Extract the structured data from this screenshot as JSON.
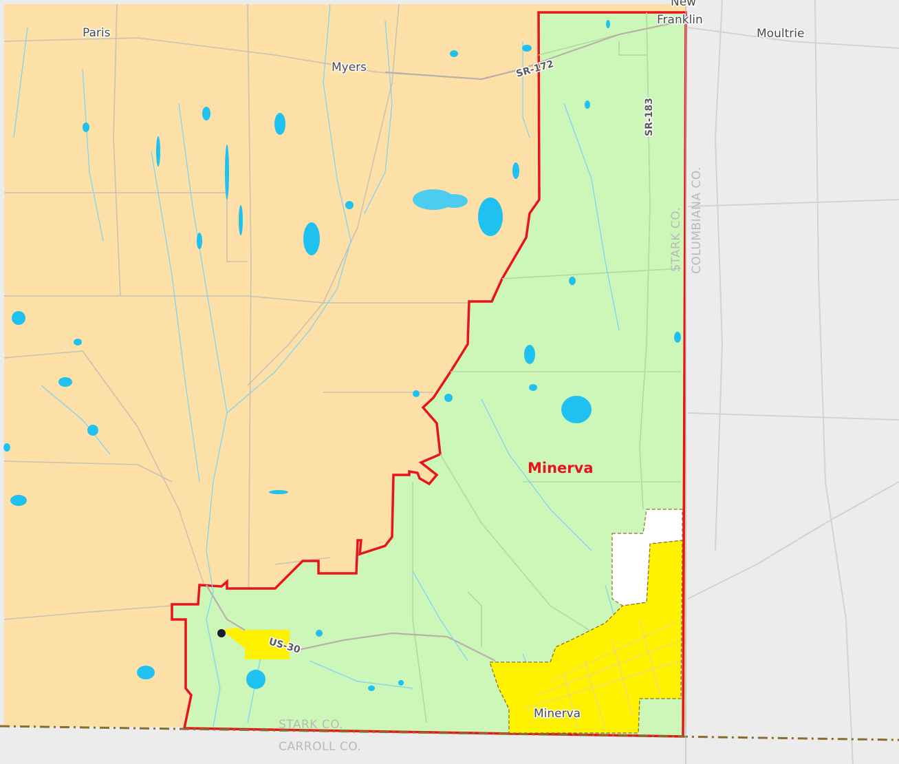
{
  "map": {
    "places": {
      "paris": "Paris",
      "myers": "Myers",
      "new_franklin": "New Franklin",
      "new_franklin_line1": "New",
      "new_franklin_line2": "Franklin",
      "moultrie": "Moultrie",
      "minerva_town": "Minerva"
    },
    "roads": {
      "sr172": "SR-172",
      "sr183": "SR-183",
      "us30": "US-30"
    },
    "counties": {
      "stark_east": "STARK CO.",
      "columbiana": "COLUMBIANA CO.",
      "stark_south": "STARK CO.",
      "carroll": "CARROLL CO."
    },
    "district": {
      "name": "Minerva",
      "outline_color": "#e8131b",
      "fill_color": "#ccf7b9"
    },
    "colors": {
      "outside_fill": "#fde0a8",
      "neighbor_fill": "#ececec",
      "urban_fill": "#fff200",
      "water": "#1ec1f0",
      "county_line": "#8a6d2c"
    },
    "icons": {
      "marker": "dot-marker-icon"
    }
  }
}
